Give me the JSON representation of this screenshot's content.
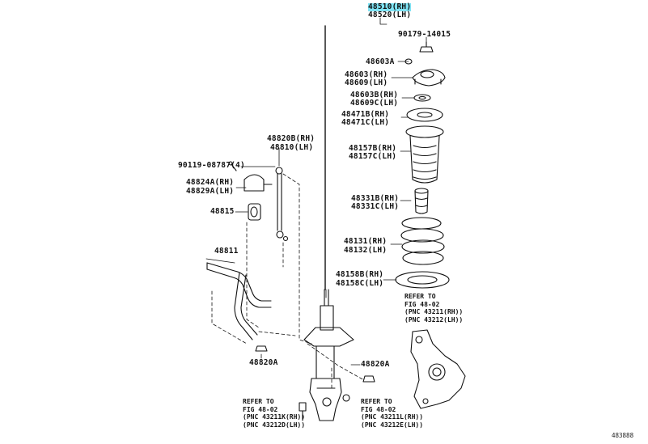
{
  "labels": {
    "p48510": "48510(RH)",
    "p48520": "48520(LH)",
    "p90179": "90179-14015",
    "p48603A": "48603A",
    "p48603": "48603(RH)",
    "p48609": "48609(LH)",
    "p48603B": "48603B(RH)",
    "p48609C": "48609C(LH)",
    "p48471B": "48471B(RH)",
    "p48471C": "48471C(LH)",
    "p48157B": "48157B(RH)",
    "p48157C": "48157C(LH)",
    "p48331B": "48331B(RH)",
    "p48331C": "48331C(LH)",
    "p48131": "48131(RH)",
    "p48132": "48132(LH)",
    "p48158B": "48158B(RH)",
    "p48158C": "48158C(LH)",
    "p48820B": "48820B(RH)",
    "p48810": "48810(LH)",
    "p90119": "90119-08787(4)",
    "p48824A": "48824A(RH)",
    "p48829A": "48829A(LH)",
    "p48815": "48815",
    "p48811": "48811",
    "p48820A_left": "48820A",
    "p48820A_right": "48820A"
  },
  "notes": {
    "knuckle": [
      "REFER TO",
      "FIG 48-02",
      "(PNC 43211(RH))",
      "(PNC 43212(LH))"
    ],
    "bottom_left": [
      "REFER TO",
      "FIG 48-02",
      "(PNC 43211K(RH))",
      "(PNC 43212D(LH))"
    ],
    "bottom_mid": [
      "REFER TO",
      "FIG 48-02",
      "(PNC 43211L(RH))",
      "(PNC 43212E(LH))"
    ]
  },
  "figure_id": "483888",
  "colors": {
    "highlight": "#7fe3f4",
    "ink": "#111111"
  }
}
